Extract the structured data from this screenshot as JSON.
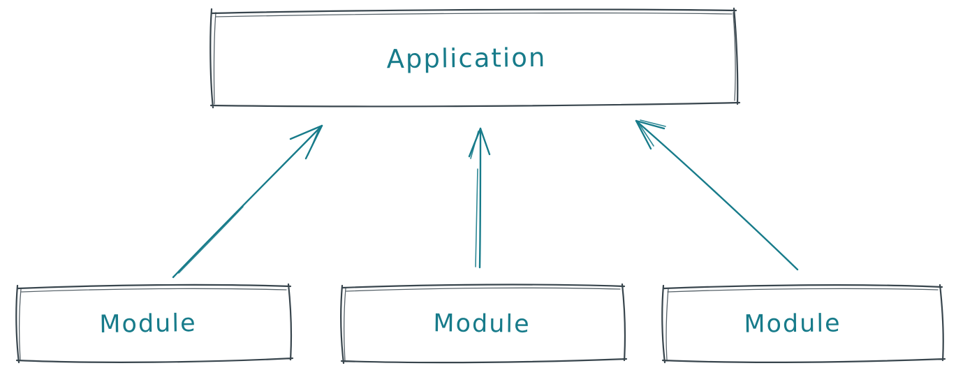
{
  "canvas": {
    "background": "#ffffff",
    "box_stroke_color": "#38454d",
    "accent_color": "#177b8a"
  },
  "nodes": {
    "application": {
      "label": "Application"
    },
    "module1": {
      "label": "Module"
    },
    "module2": {
      "label": "Module"
    },
    "module3": {
      "label": "Module"
    }
  },
  "edges": [
    {
      "from": "module1",
      "to": "application"
    },
    {
      "from": "module2",
      "to": "application"
    },
    {
      "from": "module3",
      "to": "application"
    }
  ]
}
